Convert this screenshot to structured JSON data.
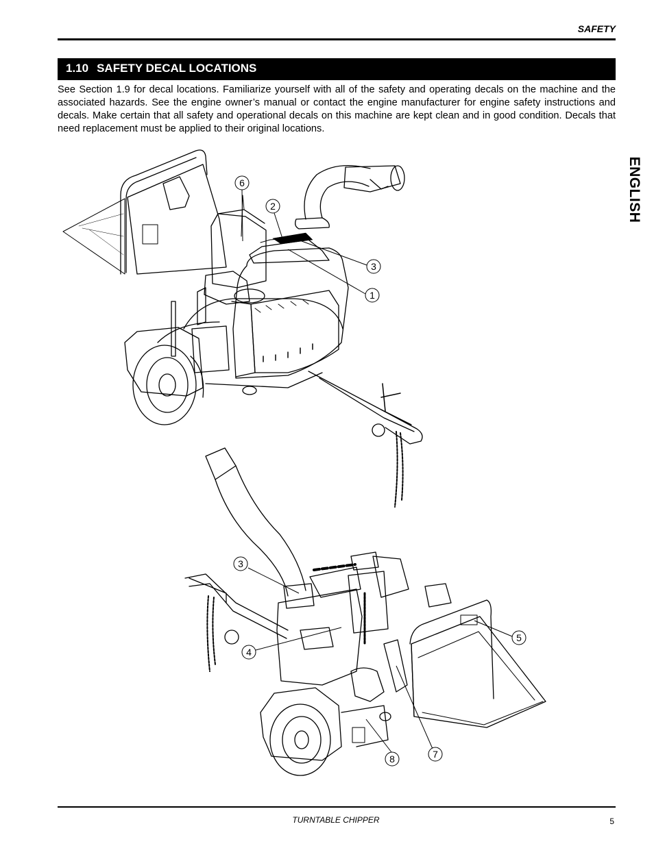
{
  "header": {
    "section_label": "SAFETY"
  },
  "section": {
    "number": "1.10",
    "title": "SAFETY DECAL LOCATIONS",
    "body": "See Section 1.9 for decal locations.  Familiarize yourself with all of the safety and operating decals on the machine and the associated hazards.  See the engine owner’s manual or contact the engine manufacturer for engine safety instructions and decals.  Make certain that all safety and operational decals on this machine are kept clean and in good condition. Decals that need replacement must be applied to their original locations."
  },
  "side_tab": {
    "label": "ENGLISH"
  },
  "figure_top": {
    "callouts": [
      "6",
      "2",
      "3",
      "1"
    ]
  },
  "figure_bottom": {
    "callouts": [
      "3",
      "4",
      "5",
      "8",
      "7"
    ]
  },
  "footer": {
    "title": "TURNTABLE CHIPPER",
    "page_number": "5"
  }
}
